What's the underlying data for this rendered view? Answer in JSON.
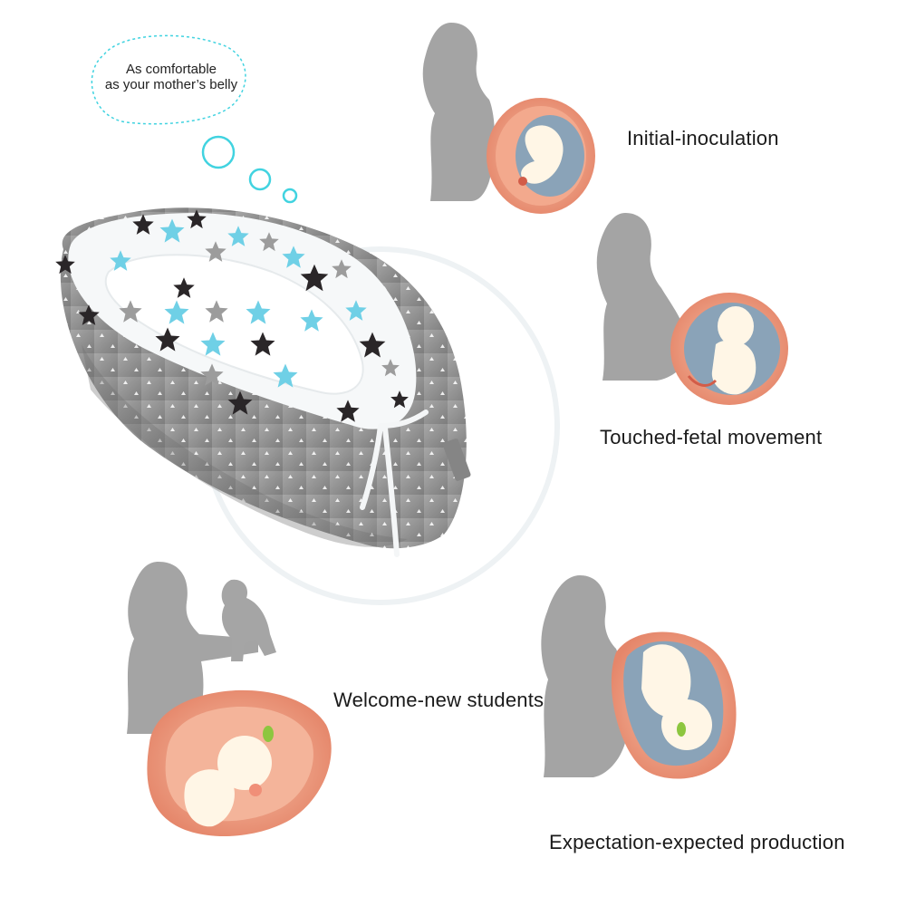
{
  "bubble": {
    "line1": "As comfortable",
    "line2": "as your mother’s belly"
  },
  "stages": [
    {
      "label": "Initial-inoculation"
    },
    {
      "label": "Touched-fetal movement"
    },
    {
      "label": "Welcome-new students"
    },
    {
      "label": "Expectation-expected production"
    }
  ],
  "colors": {
    "silhouette": "#9a9a9a",
    "womb_outer": "#e8876a",
    "womb_inner": "#f4b49a",
    "amniotic": "#8aa3b8",
    "fetus": "#fff6e6",
    "bubble_stroke": "#41d3e0",
    "nest_grey": "#8e8e8e",
    "star_blue": "#6fd0e6",
    "star_dark": "#2a2628",
    "star_grey": "#9c9c9c"
  }
}
